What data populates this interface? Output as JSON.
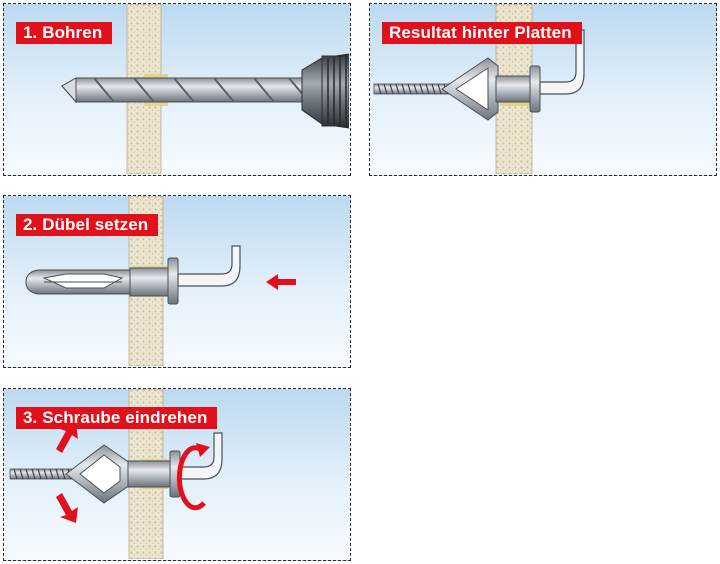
{
  "steps": [
    {
      "id": "drill",
      "label": "1. Bohren"
    },
    {
      "id": "insert",
      "label": "2. Dübel setzen"
    },
    {
      "id": "screw",
      "label": "3. Schraube eindrehen"
    }
  ],
  "result": {
    "label": "Resultat hinter Platten"
  },
  "colors": {
    "label_background": "#e2101a",
    "label_text": "#ffffff",
    "arrow": "#e2101a",
    "wall": "#ece5cf",
    "metal": "#b9bfc6",
    "panel_border": "#2b2b2b"
  },
  "icons": [
    "drill-bit-icon",
    "drill-chuck-icon",
    "hollow-wall-anchor-icon",
    "push-arrow-icon",
    "expand-arrow-icon",
    "rotate-arrow-icon",
    "l-hook-icon",
    "screw-thread-icon"
  ]
}
